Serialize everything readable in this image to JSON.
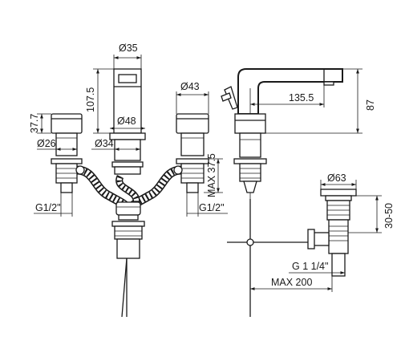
{
  "diagram": {
    "labels": {
      "spout_diameter": "Ø35",
      "spout_height": "107.5",
      "body_diameter": "Ø48",
      "pipe_diameter": "Ø34",
      "handle_height": "37.7",
      "handle_diameter": "Ø26",
      "right_handle_diameter": "Ø43",
      "max_depth": "MAX 37.5",
      "left_thread": "G1/2\"",
      "right_thread": "G1/2\"",
      "spout_reach": "135.5",
      "total_height": "87",
      "drain_diameter": "Ø63",
      "drain_adjust": "30-50",
      "drain_thread": "G 1 1/4\"",
      "rod_length": "MAX 200"
    }
  }
}
